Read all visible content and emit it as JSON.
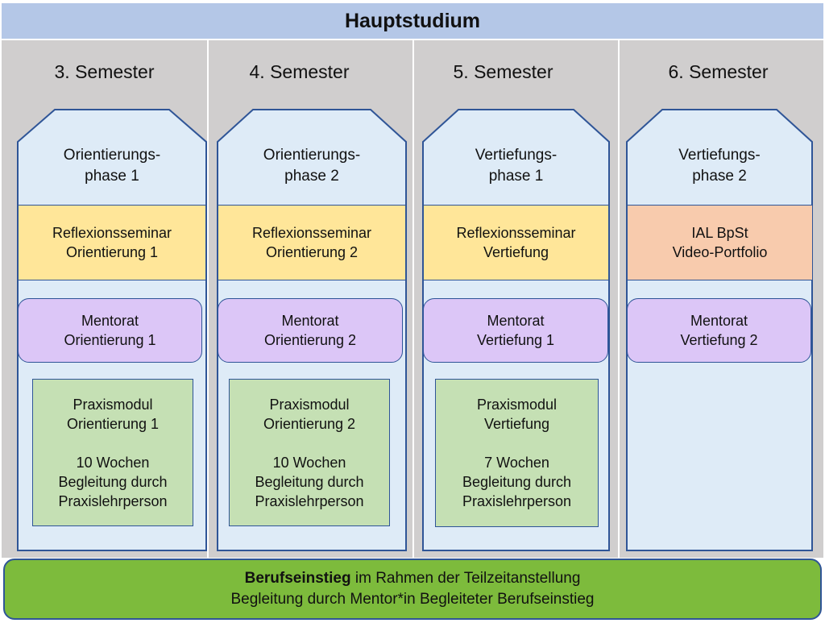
{
  "header": {
    "title": "Hauptstudium"
  },
  "columns": [
    {
      "semester": "3. Semester",
      "phase": [
        "Orientierungs-",
        "phase 1"
      ],
      "top_box": {
        "kind": "reflexion",
        "lines": [
          "Reflexionsseminar",
          "Orientierung 1"
        ]
      },
      "mentorat": [
        "Mentorat",
        "Orientierung 1"
      ],
      "praxis": {
        "title": [
          "Praxismodul",
          "Orientierung 1"
        ],
        "detail": [
          "10 Wochen",
          "Begleitung durch",
          "Praxislehrperson"
        ]
      }
    },
    {
      "semester": "4. Semester",
      "phase": [
        "Orientierungs-",
        "phase 2"
      ],
      "top_box": {
        "kind": "reflexion",
        "lines": [
          "Reflexionsseminar",
          "Orientierung 2"
        ]
      },
      "mentorat": [
        "Mentorat",
        "Orientierung 2"
      ],
      "praxis": {
        "title": [
          "Praxismodul",
          "Orientierung 2"
        ],
        "detail": [
          "10 Wochen",
          "Begleitung durch",
          "Praxislehrperson"
        ]
      }
    },
    {
      "semester": "5. Semester",
      "phase": [
        "Vertiefungs-",
        "phase 1"
      ],
      "top_box": {
        "kind": "reflexion",
        "lines": [
          "Reflexionsseminar",
          "Vertiefung"
        ]
      },
      "mentorat": [
        "Mentorat",
        "Vertiefung 1"
      ],
      "praxis": {
        "title": [
          "Praxismodul",
          "Vertiefung"
        ],
        "detail": [
          "7 Wochen",
          "Begleitung durch",
          "Praxislehrperson"
        ]
      }
    },
    {
      "semester": "6. Semester",
      "phase": [
        "Vertiefungs-",
        "phase 2"
      ],
      "top_box": {
        "kind": "ial",
        "lines": [
          "IAL BpSt",
          "Video-Portfolio"
        ]
      },
      "mentorat": [
        "Mentorat",
        "Vertiefung 2"
      ]
    }
  ],
  "footer": {
    "line1_bold": "Berufseinstieg",
    "line1_rest": " im Rahmen der Teilzeitanstellung",
    "line2": "Begleitung durch Mentor*in Begleiteter Berufseinstieg"
  },
  "colors": {
    "header": "#b4c7e7",
    "column_bg": "#d0cece",
    "phase_fill": "#deebf7",
    "border": "#2f5597",
    "reflexion": "#ffe699",
    "ial": "#f8cbad",
    "mentorat": "#dcc6f7",
    "praxis": "#c5e0b4",
    "footer": "#7dbb3c"
  }
}
